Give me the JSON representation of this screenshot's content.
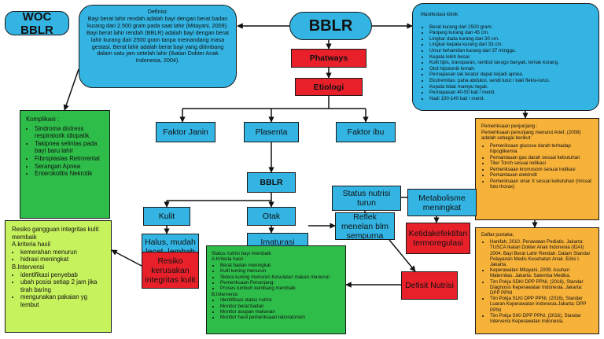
{
  "title": "WOC BBLR",
  "central": "BBLR",
  "phatways": "Phatways",
  "etiologi": "Etiologi",
  "definisi": {
    "heading": "Definisi:",
    "text": "Bayi berat lahir rendah adalah bayi dengan berat badan kurang dari 2.500 gram pada saat lahir (Mitayani, 2009). Bayi berat lahir rendah (BBLR) adalah bayi dengan berat lahir kurang dari 2500 gram tanpa memandang masa gestasi. Berat lahir adalah berat bayi yang ditimbang dalam satu jam setelah lahir (Ikatan Dokter Anak Indonesia, 2004)."
  },
  "manifestasi": {
    "heading": "Manifestasi klinik:",
    "items": [
      "Berat kurang dari 2500 gram.",
      "Panjang kurang dari 45 cm.",
      "Lingkar dada kurang dari 30 cm.",
      "Lingkar kepala kurang dari 33 cm.",
      "Umur kehamilan kurang dari 37 minggu.",
      "Kepala lebih besar.",
      "Kulit tipis, transparan, rambut lanugo banyak, lemak kurang.",
      "Otot hipotonik lemah.",
      "Pernapasan tak teratur dapat terjadi apnea.",
      "Ekstremitas: paha abduksi, sendi lutut / kaki fleksi-lurus.",
      "Kepala tidak mampu tegak.",
      "Pernapasan 40-50 kali / menit.",
      "Nadi 100-140 kali / menit."
    ]
  },
  "komplikasi": {
    "heading": "Komplikasi :",
    "items": [
      "Sindroma distress respiratorik idiopatik.",
      "Takipnea selintas pada bayi baru lahir",
      "Fibroplasias Retrorental",
      "Serangan Apnea",
      "Enterokolitis Nekrotik"
    ]
  },
  "faktor_janin": "Faktor Janin",
  "plasenta": "Plasenta",
  "faktor_ibu": "Faktor ibu",
  "bblr2": "BBLR",
  "kulit": "Kulit",
  "otak": "Otak",
  "halus": "Halus, mudah lecet, lembab",
  "imaturasi": "Imaturasi sentrum vital",
  "status_nutrisi": "Status nutrisi turun",
  "metabolisme": "Metabolisme meningkat",
  "reflek": "Reflek menelan blm sempurna",
  "ketidakefektifan": "Ketidakefektifan termoregulasi",
  "resiko_kerusakan": "Resiko kerusakan integritas kulit",
  "defisit": "Defisit Nutrisi",
  "resiko_box": {
    "heading": "Resiko gangguan integritas kulit membaik",
    "a": "A.kriteria hasil",
    "a_items": [
      "kemerahan menurun",
      "hidrasi meningkat"
    ],
    "b": "B.Intervensi",
    "b_items": [
      "identifikasi penyebab",
      "ubah posisi setiap 2 jam jika tirah baring",
      "mengunakan pakaian yg lembut"
    ]
  },
  "nutrisi_box": {
    "heading": "Status nutrisi bayi membaik",
    "a": "A.Kriteria hasil :",
    "a_items": [
      "Berat badan meningkat",
      "Kulit kuning menurun",
      "Sklera kuning menurun Kesulatan makan menurun",
      "Pemeriksaan Penunjang:",
      "Proses tumbuh kembang membaik"
    ],
    "b": "B.Intervensi:",
    "b_items": [
      "Identifikasi status nutrisi",
      "Monitor berat badan",
      "Monitor asupan makanan",
      "Monitor hasil pemeriksaan laboratorium"
    ]
  },
  "pemeriksaan": {
    "heading": "Pemeriksaan penjunjang :",
    "intro": "Pemeriksaan penunjang menurut Arief, (2008) adalah sebagai berikut:",
    "items": [
      "Pemeriksaan glucose darah terhadap hipoglikemia",
      "Pemantauan gas darah sesuai kebutuhan",
      "Titer Torch sesuai indikasi",
      "Pemeriksaan kromosom sesuai indikasi",
      "Pemantauan elektrolit",
      "Pemeriksaan sinar X sesuai kebutuhan (missal: foto thorax)"
    ]
  },
  "pustaka": {
    "heading": "Daftar pustaka:",
    "items": [
      "Hanifah, 2010. Perawatan Pediatic. Jakarta: TUSCA Ikatan Dokter Anak Indonesia (IDAI) 2004. Bayi Berat Lahir Rendah. Dalam Standar Pelayanan Medis Kesehatan Anak. Edisi I. Jakarta.",
      "Keperawatan Mitayani, 2009. Asuhan Maternitas. Jakarta: Salemba Medika.",
      "Tim Pokja SDKI DPP PPNI, (2016), Standar Diagnosis Keperawatan Indonesia. Jakarta: DPP PPNI",
      "Tim Pokja SLKI DPP PPNI, (2016), Standar Luaran Keperawatan Indonesia.Jakarta: DPP PPNI",
      "Tim Pokja SIKI DPP PPNI, (2016), Standar Intervensi Keperawatan Indonesia."
    ]
  },
  "colors": {
    "blue": "#33b4e3",
    "red": "#e8202a",
    "green": "#2fbd4a",
    "lime": "#c6f25e",
    "orange": "#f7b23a"
  }
}
